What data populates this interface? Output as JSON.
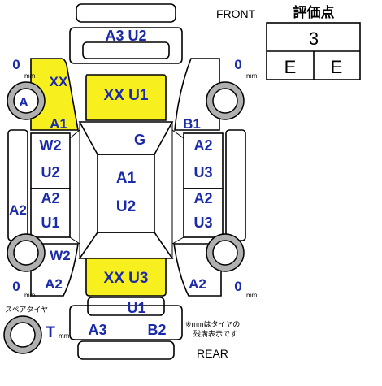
{
  "header": {
    "front": "FRONT",
    "rear": "REAR"
  },
  "score_box": {
    "title": "評価点",
    "overall": "3",
    "interior": "E",
    "exterior": "E"
  },
  "tires": {
    "front_left": {
      "value": "0",
      "unit": "mm"
    },
    "front_right": {
      "value": "0",
      "unit": "mm"
    },
    "rear_left": {
      "value": "0",
      "unit": "mm"
    },
    "rear_right": {
      "value": "0",
      "unit": "mm"
    },
    "spare_label": "スペアタイヤ",
    "spare": {
      "value": "T",
      "unit": "mm"
    },
    "wheel_mark": "A"
  },
  "note": {
    "line1": "※mmはタイヤの",
    "line2": "残溝表示です"
  },
  "marks": {
    "front_bumper": "A3 U2",
    "hood": "XX U1",
    "front_left_fender": "XX",
    "front_left_fender_lower": "A1",
    "front_right_fender": "B1",
    "windshield": "G",
    "left_front_door_1": "W2",
    "left_front_door_2": "U2",
    "left_rear_door_1": "A2",
    "left_rear_door_2": "U1",
    "left_sill": "A2",
    "roof_1": "A1",
    "roof_2": "U2",
    "right_front_door_1": "A2",
    "right_front_door_2": "U3",
    "right_rear_door_1": "A2",
    "right_rear_door_2": "U3",
    "left_rear_glass": "W2",
    "left_quarter": "A2",
    "trunk": "XX U3",
    "right_quarter": "A2",
    "rear_garnish": "U1",
    "rear_bumper_left": "A3",
    "rear_bumper_right": "B2"
  },
  "colors": {
    "mark_text": "#1a2aa8",
    "damaged_panel": "#f7f01e",
    "tire": "#b0b0b0"
  }
}
